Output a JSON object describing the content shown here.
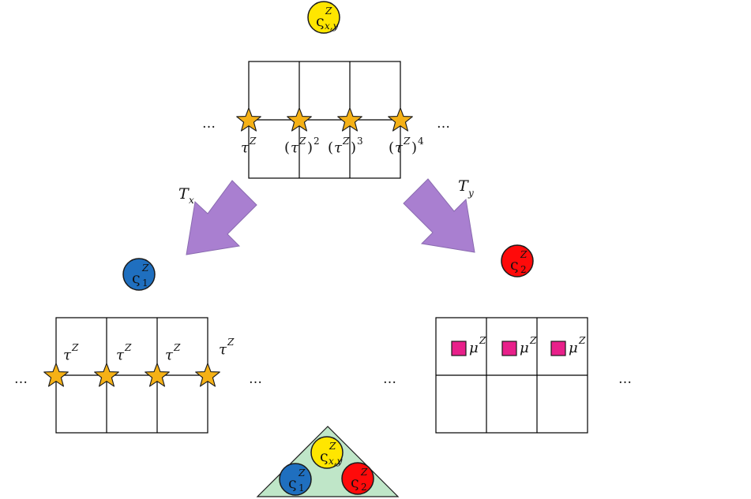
{
  "colors": {
    "star": "#f5b116",
    "yellow_disc": "#ffe600",
    "blue_disc": "#1f6fbf",
    "red_disc": "#ff0a0a",
    "arrow": "#a97fd0",
    "square": "#e8208a",
    "triangle": "#bfe6c8"
  },
  "icons": {
    "star": "star-icon",
    "square": "square-icon",
    "arrow": "arrow-icon"
  },
  "labels": {
    "sym_base": "ς",
    "sup": "Z",
    "sub_xy": "x,y",
    "sub_1": "1",
    "sub_2": "2",
    "tau": "τ",
    "mu": "μ",
    "pow2": "2",
    "pow3": "3",
    "pow4": "4",
    "lp": "(",
    "rp": ")",
    "T": "T",
    "tx_sub": "x",
    "ty_sub": "y",
    "ellipsis": "…"
  }
}
